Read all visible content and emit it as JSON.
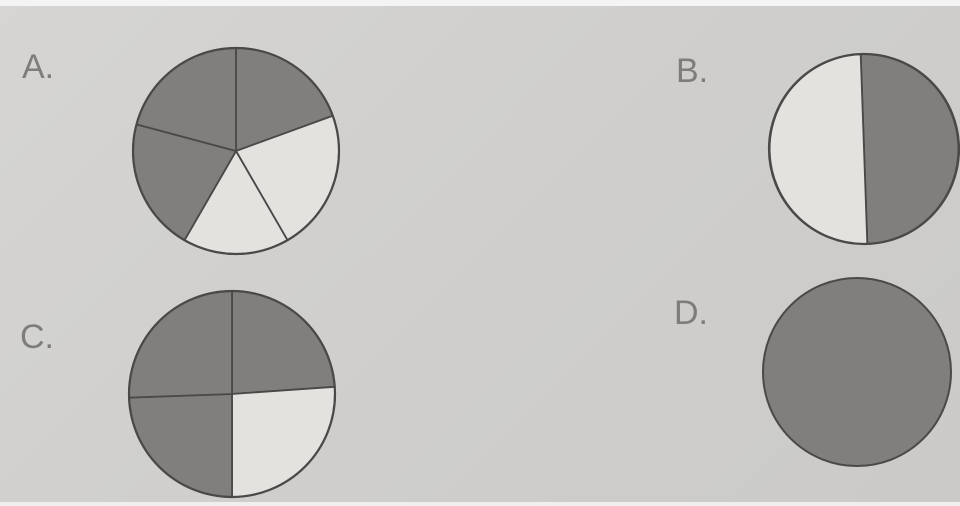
{
  "options": [
    {
      "label": "A.",
      "parts": 5,
      "shaded": 3
    },
    {
      "label": "B.",
      "parts": 2,
      "shaded": 1
    },
    {
      "label": "C.",
      "parts": 4,
      "shaded": 3
    },
    {
      "label": "D.",
      "parts": 1,
      "shaded": 1
    }
  ],
  "colors": {
    "shaded": "#807f7d",
    "unshaded": "#e3e2df",
    "outline": "#4a4947"
  }
}
